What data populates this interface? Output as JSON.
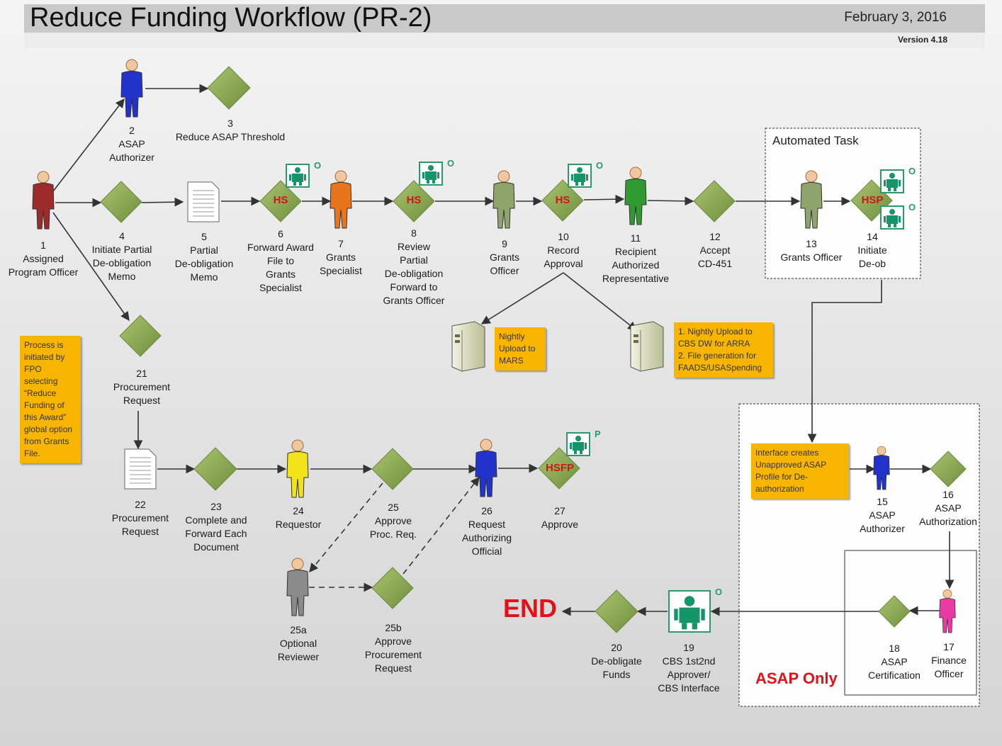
{
  "header": {
    "title": "Reduce Funding Workflow (PR-2)",
    "date": "February 3, 2016",
    "version": "Version 4.18"
  },
  "labels": {
    "n1": "1\nAssigned\nProgram Officer",
    "n2": "2\nASAP\nAuthorizer",
    "n3": "3\nReduce ASAP Threshold",
    "n4": "4\nInitiate Partial\nDe-obligation\nMemo",
    "n5": "5\nPartial\nDe-obligation\nMemo",
    "n6": "6\nForward Award\nFile to\nGrants\nSpecialist",
    "n7": "7\nGrants\nSpecialist",
    "n8": "8\nReview\nPartial\nDe-obligation\nForward to\nGrants Officer",
    "n9": "9\nGrants\nOfficer",
    "n10": "10\nRecord\nApproval",
    "n11": "11\nRecipient\nAuthorized\nRepresentative",
    "n12": "12\nAccept\nCD-451",
    "n13": "13\nGrants Officer",
    "n14": "14\nInitiate\nDe-ob",
    "n15": "15\nASAP\nAuthorizer",
    "n16": "16\nASAP\nAuthorization",
    "n17": "17\nFinance\nOfficer",
    "n18": "18\nASAP\nCertification",
    "n19": "19\nCBS 1st2nd\nApprover/\nCBS Interface",
    "n20": "20\nDe-obligate\nFunds",
    "n21": "21\nProcurement\nRequest",
    "n22": "22\nProcurement\nRequest",
    "n23": "23\nComplete and\nForward Each\nDocument",
    "n24": "24\nRequestor",
    "n25": "25\nApprove\nProc. Req.",
    "n25a": "25a\nOptional\nReviewer",
    "n25b": "25b\nApprove\nProcurement\nRequest",
    "n26": "26\nRequest\nAuthorizing\nOfficial",
    "n27": "27\nApprove"
  },
  "system_tags": {
    "hs": "HS",
    "hsp": "HSP",
    "hsfp": "HSFP",
    "o": "O",
    "p": "P"
  },
  "notes": {
    "process": "Process is initiated by FPO selecting “Reduce Funding of this Award” global option from Grants File.",
    "mars": "Nightly Upload to MARS",
    "cbs": "1. Nightly Upload to CBS DW for ARRA\n2. File generation for FAADS/USASpending",
    "interface": "Interface creates Unapproved ASAP Profile for De-authorization"
  },
  "boxes": {
    "automated": "Automated Task",
    "asap_only": "ASAP Only",
    "end": "END"
  },
  "colors": {
    "diamond": "#8fae5a",
    "red": "#e0121a",
    "note": "#f7b500"
  }
}
